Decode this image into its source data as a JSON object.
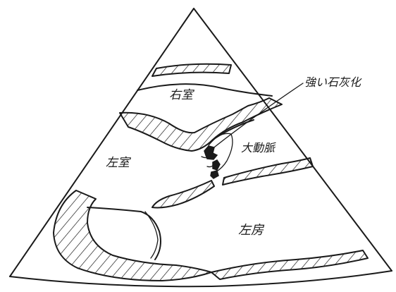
{
  "labels": {
    "right_ventricle": "右室",
    "left_ventricle": "左室",
    "aorta": "大動脈",
    "left_atrium": "左房",
    "calcification_note": "強い石灰化"
  }
}
